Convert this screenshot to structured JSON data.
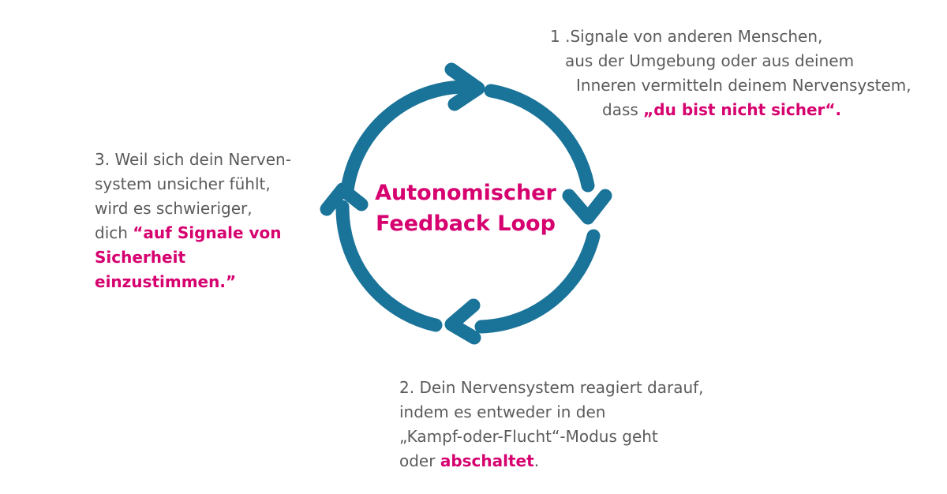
{
  "diagram": {
    "title_line1": "Autonomischer",
    "title_line2": "Feedback Loop",
    "colors": {
      "arrow": "#1a7398",
      "highlight": "#d6006f",
      "text": "#5b5b5b"
    },
    "step1": {
      "line1": "1 .Signale von anderen Menschen,",
      "line2": "aus der Umgebung oder aus deinem",
      "line3": "Inneren vermitteln deinem Nervensystem,",
      "line4_prefix": "dass ",
      "line4_highlight": "„du bist nicht sicher“."
    },
    "step2": {
      "line1": "2. Dein Nervensystem reagiert darauf,",
      "line2": "indem es entweder in den",
      "line3": "„Kampf-oder-Flucht“-Modus geht",
      "line4_prefix": "oder ",
      "line4_highlight": "abschaltet",
      "line4_suffix": "."
    },
    "step3": {
      "line1": "3. Weil sich dein Nerven-",
      "line2": "system unsicher fühlt,",
      "line3": "wird es schwieriger,",
      "line4_prefix": "dich ",
      "line4_highlight": "“auf Signale von",
      "line5_highlight": "Sicherheit",
      "line6_highlight": "einzustimmen.”"
    }
  }
}
